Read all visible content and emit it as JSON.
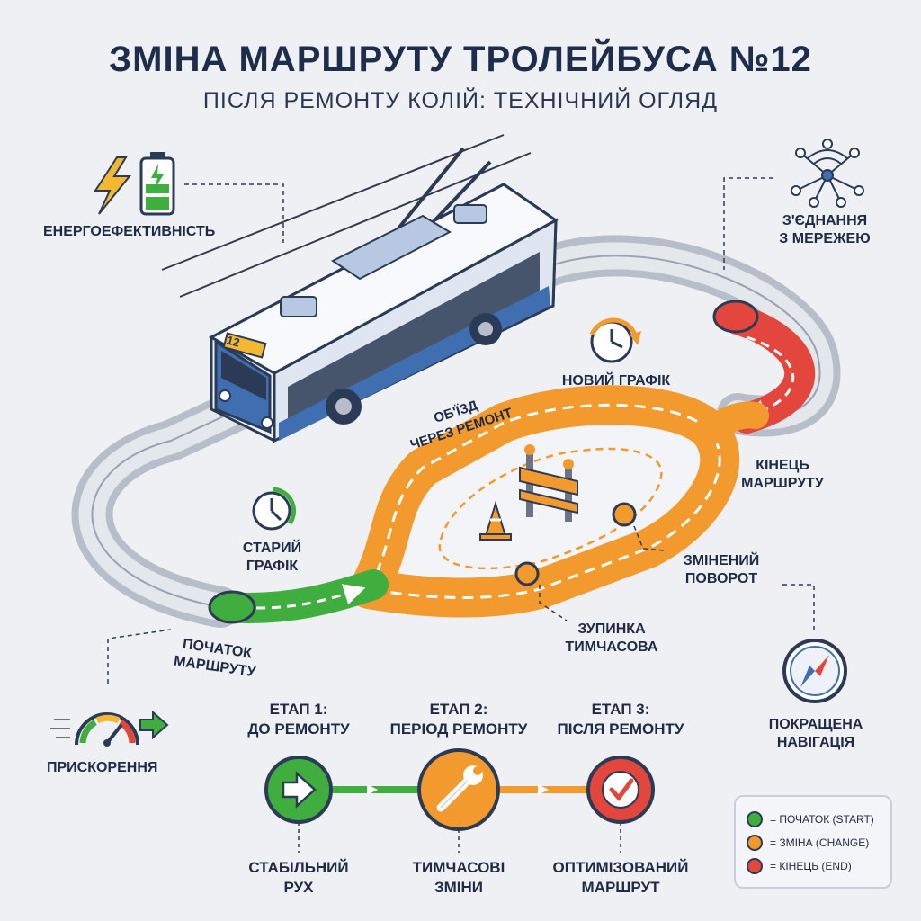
{
  "header": {
    "title": "ЗМІНА МАРШРУТУ ТРОЛЕЙБУСА №12",
    "subtitle": "ПІСЛЯ РЕМОНТУ КОЛІЙ: ТЕХНІЧНИЙ ОГЛЯД"
  },
  "bus": {
    "route_number": "12"
  },
  "labels": {
    "energy": "ЕНЕРГОЕФЕКТИВНІСТЬ",
    "network_1": "З'ЄДНАННЯ",
    "network_2": "З МЕРЕЖЕЮ",
    "new_schedule": "НОВИЙ ГРАФІК",
    "detour_1": "ОБ'ЇЗД",
    "detour_2": "ЧЕРЕЗ РЕМОНТ",
    "route_end_1": "КІНЕЦЬ",
    "route_end_2": "МАРШРУТУ",
    "old_schedule_1": "СТАРИЙ",
    "old_schedule_2": "ГРАФІК",
    "changed_turn_1": "ЗМІНЕНИЙ",
    "changed_turn_2": "ПОВОРОТ",
    "temp_stop_1": "ЗУПИНКА",
    "temp_stop_2": "ТИМЧАСОВА",
    "route_start_1": "ПОЧАТОК",
    "route_start_2": "МАРШРУТУ",
    "navigation_1": "ПОКРАЩЕНА",
    "navigation_2": "НАВІГАЦІЯ",
    "acceleration": "ПРИСКОРЕННЯ"
  },
  "stages": [
    {
      "title_1": "ЕТАП 1:",
      "title_2": "ДО РЕМОНТУ",
      "caption_1": "СТАБІЛЬНИЙ",
      "caption_2": "РУХ",
      "icon": "arrow-right-icon",
      "color": "#3fae3f"
    },
    {
      "title_1": "ЕТАП 2:",
      "title_2": "ПЕРІОД РЕМОНТУ",
      "caption_1": "ТИМЧАСОВІ",
      "caption_2": "ЗМІНИ",
      "icon": "wrench-icon",
      "color": "#f29a2e"
    },
    {
      "title_1": "ЕТАП 3:",
      "title_2": "ПІСЛЯ РЕМОНТУ",
      "caption_1": "ОПТИМІЗОВАНИЙ",
      "caption_2": "МАРШРУТ",
      "icon": "checkmark-icon",
      "color": "#e3463c"
    }
  ],
  "legend": {
    "items": [
      {
        "text": "= ПОЧАТОК (START)",
        "color": "#3fae3f"
      },
      {
        "text": "= ЗМІНА (CHANGE)",
        "color": "#f29a2e"
      },
      {
        "text": "= КІНЕЦЬ (END)",
        "color": "#e3463c"
      }
    ]
  },
  "colors": {
    "start": "#3fae3f",
    "change": "#f29a2e",
    "end": "#e3463c",
    "navy": "#2b3a55"
  }
}
